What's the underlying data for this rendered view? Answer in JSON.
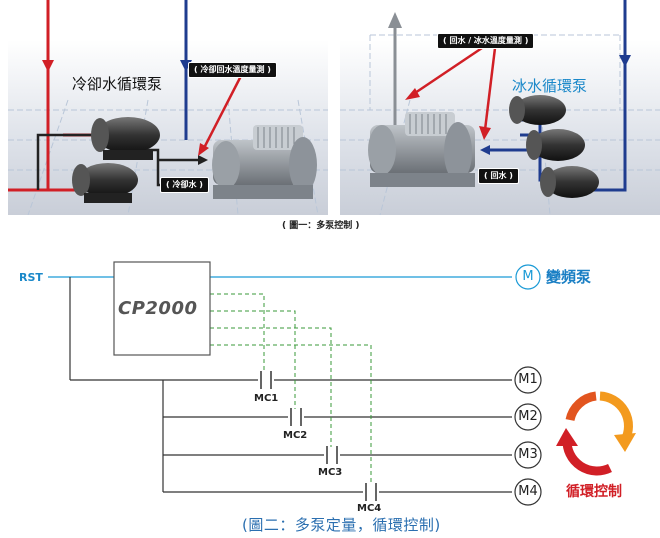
{
  "figure1": {
    "left": {
      "title": "冷卻水循環泵",
      "sensor_tag": "( 冷卻回水溫度量測 )",
      "water_tag": "( 冷卻水 )"
    },
    "right": {
      "title": "冰水循環泵",
      "sensor_tag": "( 回水 / 冰水溫度量測 )",
      "water_tag": "( 回水 )"
    },
    "caption": "( 圖一：多泵控制 )"
  },
  "figure2": {
    "power_label": "RST",
    "controller": "CP2000",
    "vfd_motor": "M",
    "vfd_label": "變頻泵",
    "motors": [
      "M1",
      "M2",
      "M3",
      "M4"
    ],
    "contactors": [
      "MC1",
      "MC2",
      "MC3",
      "MC4"
    ],
    "cycle_label": "循環控制",
    "caption": "(圖二：多泵定量，循環控制)"
  },
  "colors": {
    "line_blue": "#1a9ad6",
    "dash_green": "#3a9a3a",
    "red": "#d11f26",
    "orange": "#f39a1e"
  }
}
